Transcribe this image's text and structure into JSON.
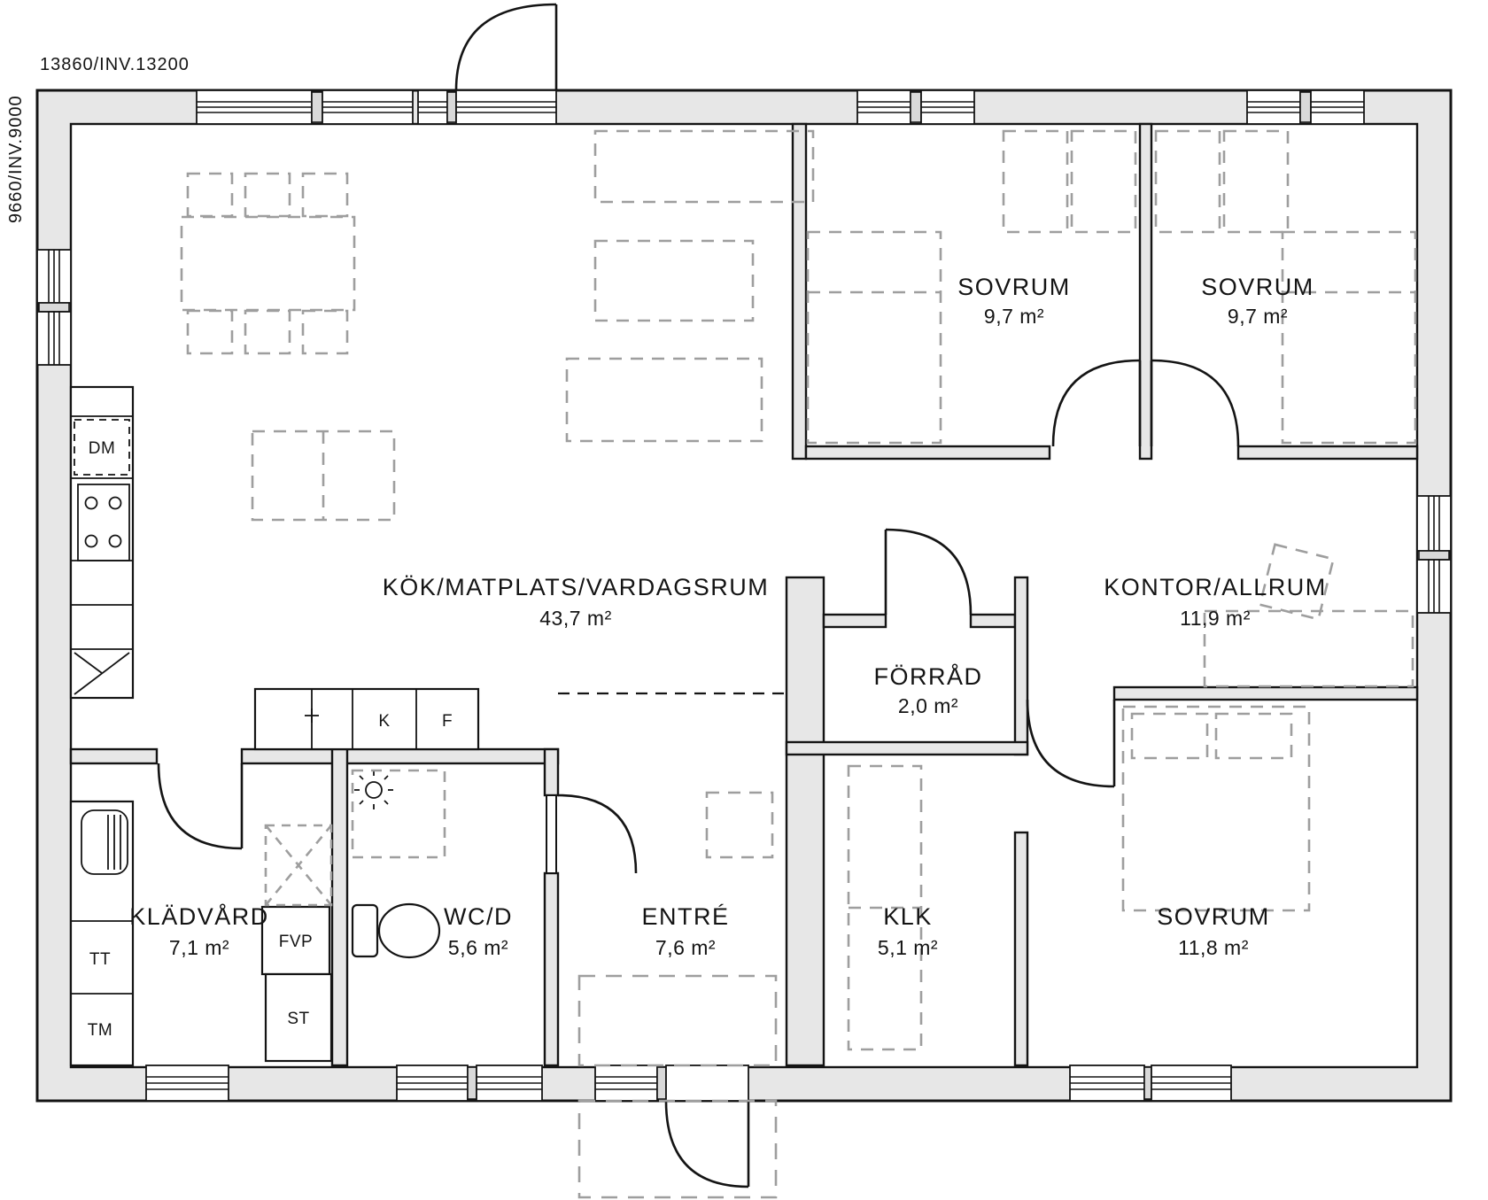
{
  "drawing": {
    "dim_width": "13860/INV.13200",
    "dim_height": "9660/INV.9000"
  },
  "rooms": [
    {
      "name": "SOVRUM",
      "area": "9,7 m²"
    },
    {
      "name": "SOVRUM",
      "area": "9,7 m²"
    },
    {
      "name": "KÖK/MATPLATS/VARDAGSRUM",
      "area": "43,7 m²"
    },
    {
      "name": "KONTOR/ALLRUM",
      "area": "11,9 m²"
    },
    {
      "name": "FÖRRÅD",
      "area": "2,0 m²"
    },
    {
      "name": "KLÄDVÅRD",
      "area": "7,1 m²"
    },
    {
      "name": "WC/D",
      "area": "5,6 m²"
    },
    {
      "name": "ENTRÉ",
      "area": "7,6 m²"
    },
    {
      "name": "KLK",
      "area": "5,1 m²"
    },
    {
      "name": "SOVRUM",
      "area": "11,8 m²"
    }
  ],
  "labels": {
    "dm": "DM",
    "tt": "TT",
    "tm": "TM",
    "fvp": "FVP",
    "st": "ST",
    "k": "K",
    "f": "F"
  },
  "colors": {
    "wall_fill": "#e7e7e7",
    "line": "#141414",
    "furniture": "#9e9e9e",
    "mullion": "#d9d9d9"
  }
}
